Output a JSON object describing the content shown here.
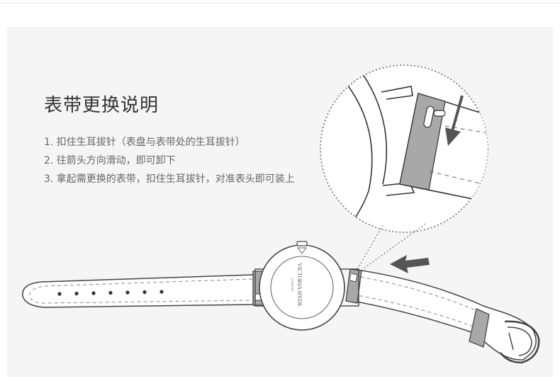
{
  "title": "表带更换说明",
  "steps": [
    "1. 扣住生耳拔针（表盘与表带处的生耳拔针）",
    "2. 往箭头方向滑动，即可卸下",
    "3. 拿起需更换的表带，扣住生耳拔针，对准表头即可装上"
  ],
  "watch": {
    "brand": "VICTORIA HYDE",
    "city": "LONDON"
  },
  "colors": {
    "background": "#f5f5f5",
    "line": "#555555",
    "accent_gray": "#9a9a9a",
    "arrow": "#555555"
  }
}
